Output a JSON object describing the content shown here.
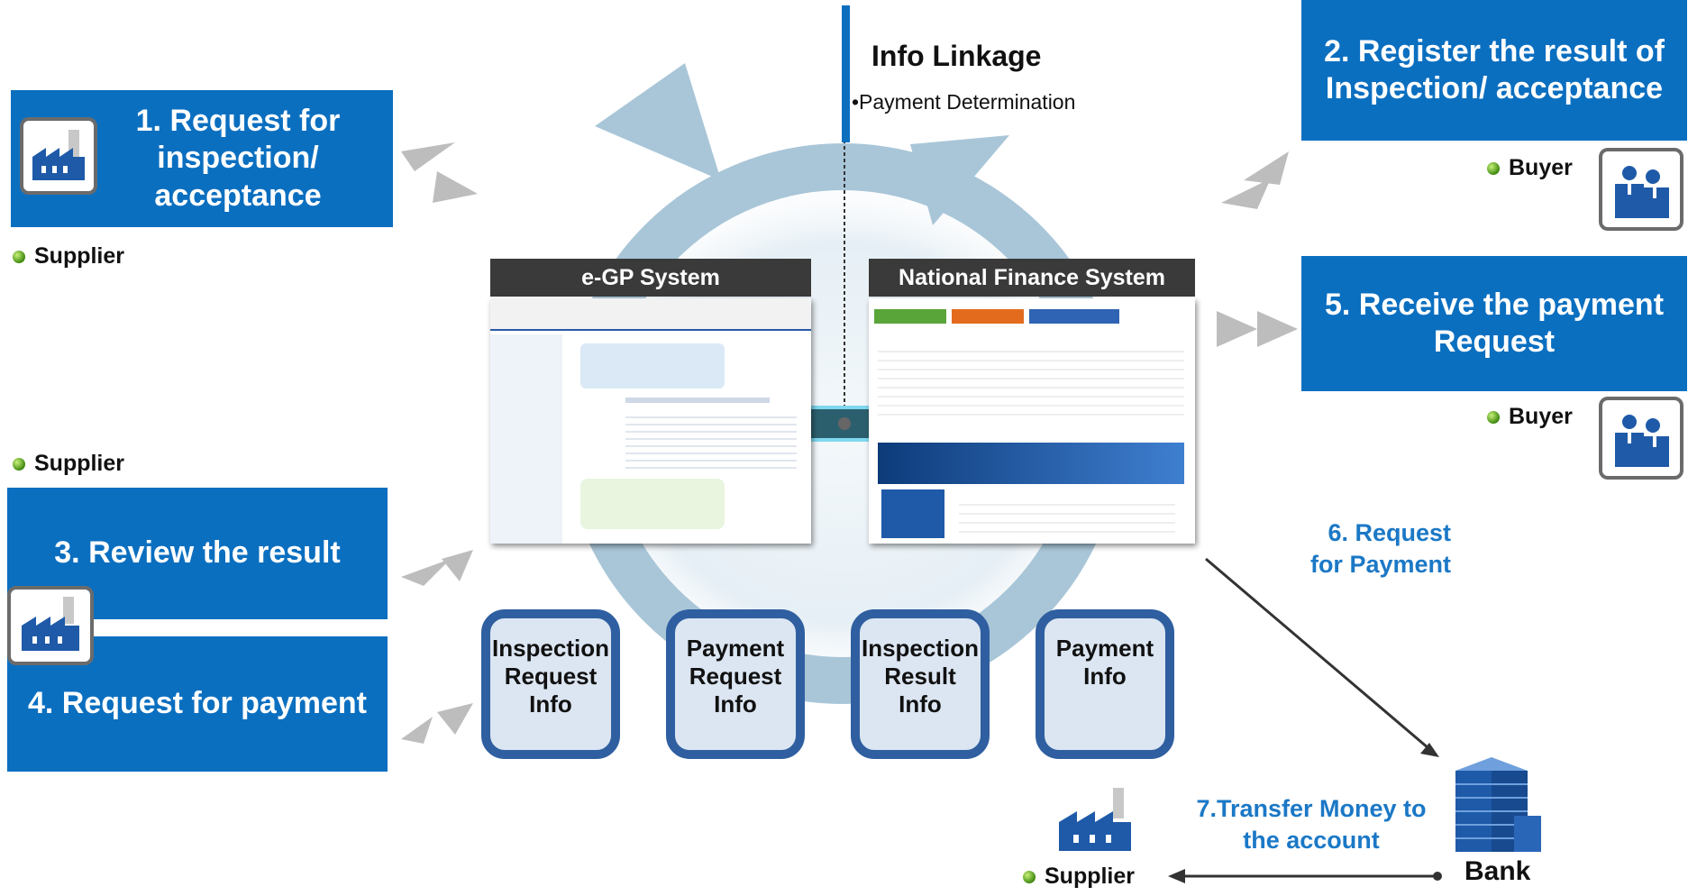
{
  "info_linkage": {
    "title": "Info Linkage",
    "bullet": "•Payment Determination"
  },
  "steps": {
    "s1": "1. Request for inspection/ acceptance",
    "s2": "2. Register the result of Inspection/ acceptance",
    "s3": "3. Review the result",
    "s4": "4. Request for payment",
    "s5": "5. Receive the payment Request",
    "s6": "6. Request for Payment",
    "s7": "7.Transfer Money to the account"
  },
  "roles": {
    "supplier": "Supplier",
    "buyer": "Buyer",
    "bank": "Bank"
  },
  "systems": {
    "egp": "e-GP System",
    "nfs": "National Finance System"
  },
  "info_boxes": [
    "Inspection Request Info",
    "Payment Request Info",
    "Inspection Result Info",
    "Payment Info"
  ],
  "colors": {
    "step_blue": "#0b6fc0",
    "cycle": "#a9c6d8",
    "info_border": "#2f5fa0",
    "accent_text": "#1b78c6"
  },
  "icons": {
    "supplier": "factory-icon",
    "buyer": "people-icon",
    "bank": "building-stack-icon"
  }
}
